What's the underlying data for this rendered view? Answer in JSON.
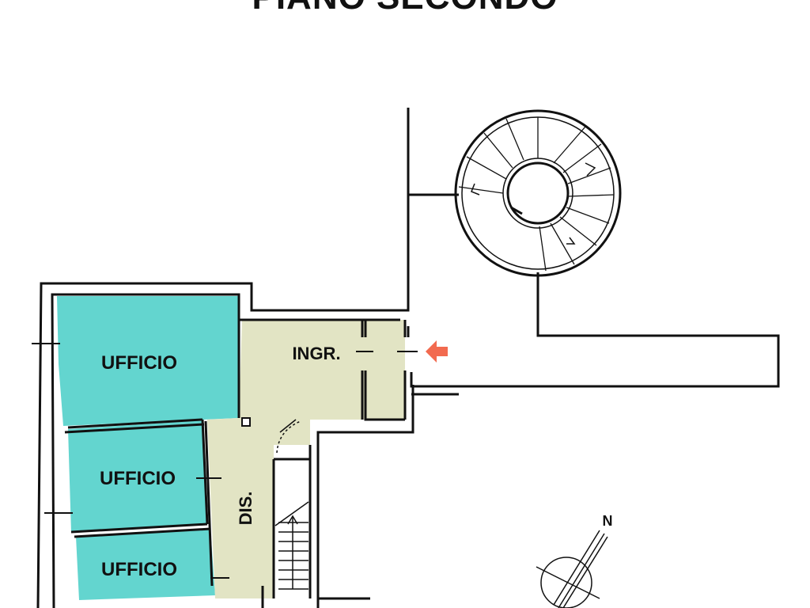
{
  "title": "PIANO SECONDO",
  "rooms": {
    "ufficio_1": "UFFICIO",
    "ufficio_2": "UFFICIO",
    "ufficio_3": "UFFICIO",
    "ingresso": "INGR.",
    "disimpegno": "DIS."
  },
  "compass": {
    "north_label": "N"
  },
  "colors": {
    "office": "#63d5cf",
    "circulation": "#e2e4c4",
    "walls": "#111111",
    "entry_arrow": "#f26a4f"
  },
  "icons": [
    "entry-arrow-icon",
    "compass-icon",
    "spiral-staircase",
    "straight-staircase"
  ]
}
